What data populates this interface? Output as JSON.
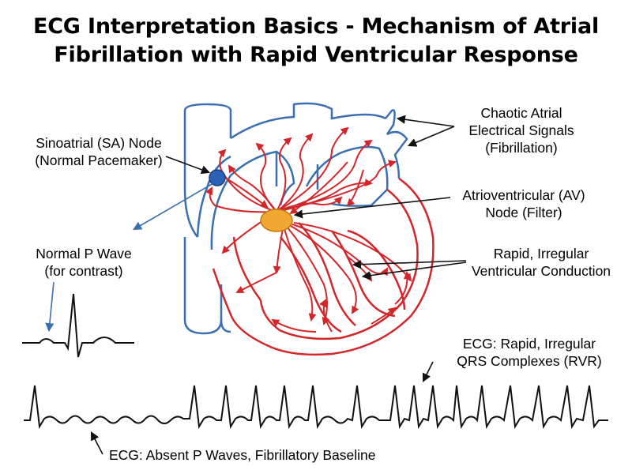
{
  "title": {
    "line1": "ECG Interpretation Basics - Mechanism of Atrial",
    "line2": "Fibrillation with Rapid Ventricular Response"
  },
  "labels": {
    "sa_node": {
      "line1": "Sinoatrial (SA) Node",
      "line2": "(Normal Pacemaker)"
    },
    "chaotic": {
      "line1": "Chaotic Atrial",
      "line2": "Electrical Signals",
      "line3": "(Fibrillation)"
    },
    "av_node": {
      "line1": "Atrioventricular (AV)",
      "line2": "Node (Filter)"
    },
    "p_wave": {
      "line1": "Normal P Wave",
      "line2": "(for contrast)"
    },
    "rapid": {
      "line1": "Rapid, Irregular",
      "line2": "Ventricular Conduction"
    },
    "ecg_rvr": {
      "line1": "ECG: Rapid, Irregular",
      "line2": "QRS Complexes (RVR)"
    },
    "ecg_absent": {
      "line1": "ECG: Absent P Waves, Fibrillatory Baseline"
    }
  },
  "colors": {
    "vessel_blue": "#3a6fb0",
    "conduction_red": "#d2262a",
    "sa_node": "#2a62b8",
    "av_node": "#f0a830",
    "ink": "#111111"
  }
}
